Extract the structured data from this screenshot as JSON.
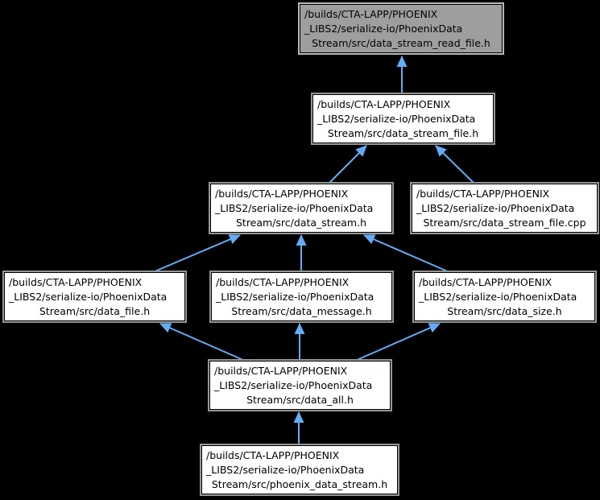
{
  "colors": {
    "background": "#000000",
    "arrow": "#64acf5",
    "node_fill": "#ffffff",
    "node_border": "#000000",
    "node_outline": "#969696",
    "current_node_fill": "#9e9e9e",
    "text": "#000000"
  },
  "graph": {
    "type": "include-dependency-graph",
    "nodes": {
      "data_stream_read_file_h": {
        "line1": "/builds/CTA-LAPP/PHOENIX",
        "line2": "_LIBS2/serialize-io/PhoenixData",
        "line3": "Stream/src/data_stream_read_file.h",
        "current": true
      },
      "data_stream_file_h": {
        "line1": "/builds/CTA-LAPP/PHOENIX",
        "line2": "_LIBS2/serialize-io/PhoenixData",
        "line3": "Stream/src/data_stream_file.h",
        "current": false
      },
      "data_stream_h": {
        "line1": "/builds/CTA-LAPP/PHOENIX",
        "line2": "_LIBS2/serialize-io/PhoenixData",
        "line3": "Stream/src/data_stream.h",
        "current": false
      },
      "data_stream_file_cpp": {
        "line1": "/builds/CTA-LAPP/PHOENIX",
        "line2": "_LIBS2/serialize-io/PhoenixData",
        "line3": "Stream/src/data_stream_file.cpp",
        "current": false
      },
      "data_file_h": {
        "line1": "/builds/CTA-LAPP/PHOENIX",
        "line2": "_LIBS2/serialize-io/PhoenixData",
        "line3": "Stream/src/data_file.h",
        "current": false
      },
      "data_message_h": {
        "line1": "/builds/CTA-LAPP/PHOENIX",
        "line2": "_LIBS2/serialize-io/PhoenixData",
        "line3": "Stream/src/data_message.h",
        "current": false
      },
      "data_size_h": {
        "line1": "/builds/CTA-LAPP/PHOENIX",
        "line2": "_LIBS2/serialize-io/PhoenixData",
        "line3": "Stream/src/data_size.h",
        "current": false
      },
      "data_all_h": {
        "line1": "/builds/CTA-LAPP/PHOENIX",
        "line2": "_LIBS2/serialize-io/PhoenixData",
        "line3": "Stream/src/data_all.h",
        "current": false
      },
      "phoenix_data_stream_h": {
        "line1": "/builds/CTA-LAPP/PHOENIX",
        "line2": "_LIBS2/serialize-io/PhoenixData",
        "line3": "Stream/src/phoenix_data_stream.h",
        "current": false
      }
    },
    "edges": [
      {
        "tail": "data_stream_file_h",
        "head": "data_stream_read_file_h"
      },
      {
        "tail": "data_stream_h",
        "head": "data_stream_file_h"
      },
      {
        "tail": "data_stream_file_cpp",
        "head": "data_stream_file_h"
      },
      {
        "tail": "data_file_h",
        "head": "data_stream_h"
      },
      {
        "tail": "data_message_h",
        "head": "data_stream_h"
      },
      {
        "tail": "data_size_h",
        "head": "data_stream_h"
      },
      {
        "tail": "data_all_h",
        "head": "data_file_h"
      },
      {
        "tail": "data_all_h",
        "head": "data_message_h"
      },
      {
        "tail": "data_all_h",
        "head": "data_size_h"
      },
      {
        "tail": "phoenix_data_stream_h",
        "head": "data_all_h"
      }
    ]
  }
}
